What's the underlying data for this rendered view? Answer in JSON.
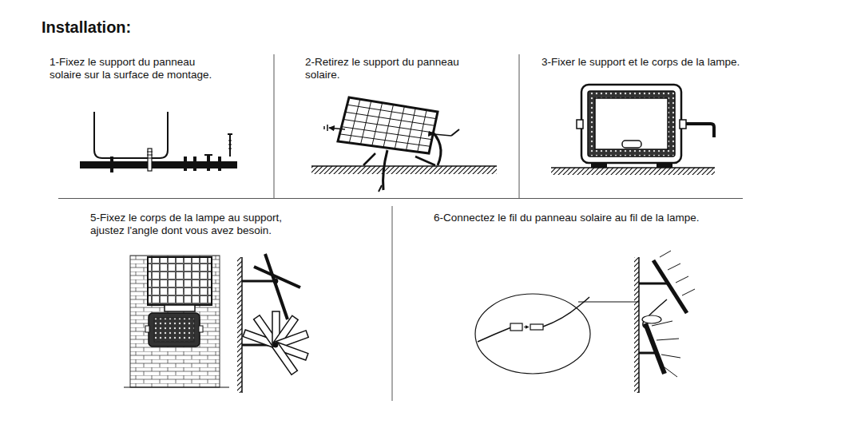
{
  "diagram": {
    "title": "Installation:",
    "labels": [
      "1-Fixez le support du panneau solaire sur la surface de montage.",
      "2-Retirez le support du panneau solaire.",
      "3-Fixer le support et le corps de la lampe.",
      "5-Fixez le corps de la lampe au support, ajustez l'angle dont vous avez besoin.",
      "6-Connectez le fil du panneau solaire au fil de la lampe."
    ]
  }
}
